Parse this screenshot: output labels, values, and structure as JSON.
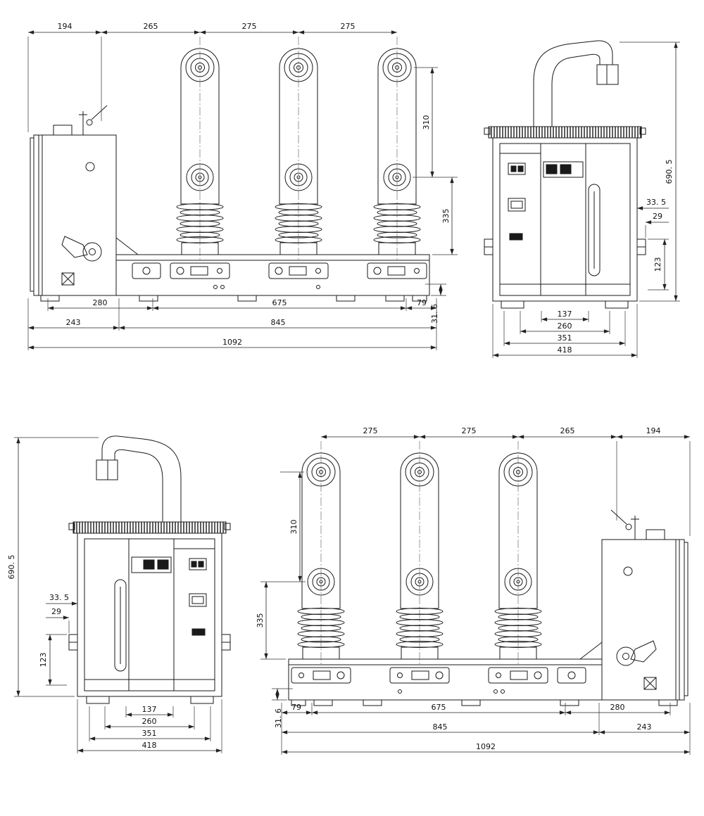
{
  "views": {
    "front": {
      "top_dims": [
        "194",
        "265",
        "275",
        "275"
      ],
      "dim_310": "310",
      "dim_335": "335",
      "dim_31_6": "31. 6",
      "bottom_row1": [
        "280",
        "675",
        "79"
      ],
      "bottom_row2": [
        "243",
        "845"
      ],
      "bottom_row3": [
        "1092"
      ]
    },
    "right_side": {
      "dim_height": "690. 5",
      "dim_33_5": "33. 5",
      "dim_29": "29",
      "dim_123": "123",
      "bottom_dims": [
        "137",
        "260",
        "351",
        "418"
      ]
    },
    "left_side": {
      "dim_height": "690. 5",
      "dim_33_5": "33. 5",
      "dim_29": "29",
      "dim_123": "123",
      "bottom_dims": [
        "137",
        "260",
        "351",
        "418"
      ]
    },
    "rear": {
      "top_dims": [
        "275",
        "275",
        "265",
        "194"
      ],
      "dim_310": "310",
      "dim_335": "335",
      "dim_31_6": "31. 6",
      "bottom_row1": [
        "79",
        "675",
        "280"
      ],
      "bottom_row2": [
        "845",
        "243"
      ],
      "bottom_row3": [
        "1092"
      ]
    }
  }
}
